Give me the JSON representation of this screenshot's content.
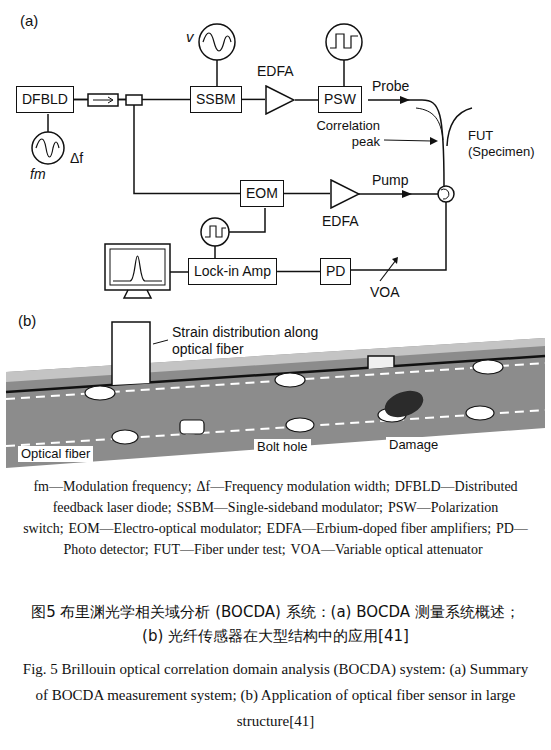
{
  "diagram": {
    "caption": "图5 布里渊光学相关域分析 (BOCDA) 系统：(a) BOCDA 测量系统概述；(b) 光纤传感器在大型结构中的应用[41]",
    "nodes": [
      {
        "text": [
          "DFBLD"
        ]
      },
      {
        "text": [
          "SSBM"
        ]
      },
      {
        "text": [
          "EDFA"
        ]
      },
      {
        "text": [
          "PSW"
        ]
      },
      {
        "text": [
          "EOM"
        ]
      },
      {
        "text": [
          "EDFA"
        ]
      },
      {
        "text": [
          "Lock-in Amp"
        ]
      },
      {
        "text": [
          "PD"
        ]
      }
    ],
    "edges": [
      {
        "from": 0,
        "to": 1,
        "arrow": "none"
      },
      {
        "from": 1,
        "to": 2,
        "arrow": "none"
      },
      {
        "from": 2,
        "to": 3,
        "arrow": "none"
      },
      {
        "from": 0,
        "to": 4,
        "arrow": "none"
      },
      {
        "from": 4,
        "to": 5,
        "arrow": "none"
      },
      {
        "from": 7,
        "to": 6,
        "arrow": "none"
      }
    ],
    "labels": [
      "(a)",
      "v",
      "Δf",
      "fm",
      "Probe",
      "Correlation peak",
      "FUT (Specimen)",
      "Pump",
      "VOA",
      "(b)",
      "Strain distribution along optical fiber",
      "Optical fiber",
      "Bolt hole",
      "Damage",
      "fm—Modulation frequency;",
      "Δf—Frequency modulation width;",
      "DFBLD—Distributed feedback laser diode;",
      "SSBM—Single-sideband modulator;",
      "PSW—Polarization switch;",
      "EOM—Electro-optical modulator;",
      "EDFA—Erbium-doped fiber amplifiers;",
      "PD—Photo detector;",
      "FUT—Fiber under test;",
      "VOA—Variable optical attenuator",
      "Fig. 5 Brillouin optical correlation domain analysis (BOCDA) system: (a) Summary of BOCDA measurement system; (b) Application of optical fiber sensor in large structure[41]"
    ]
  }
}
